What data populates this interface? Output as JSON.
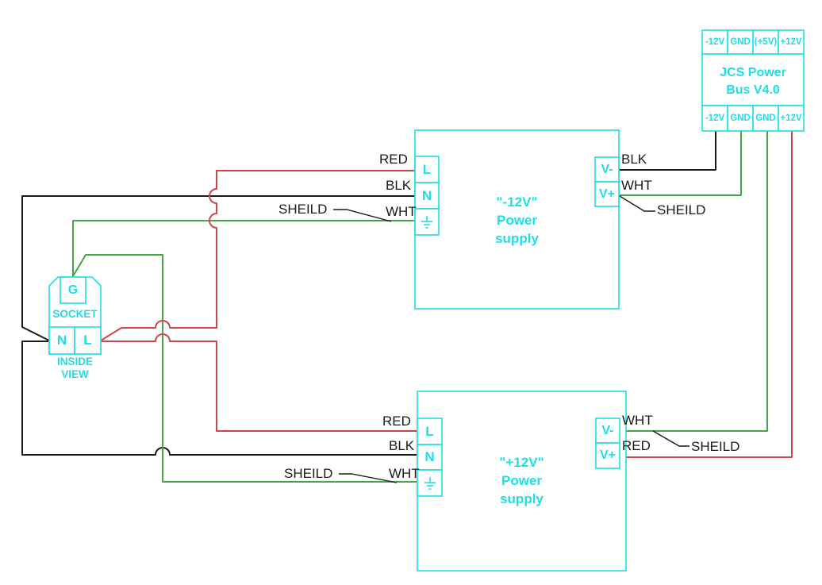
{
  "colors": {
    "cyan": "#1EDEE6",
    "red": "#CC4747",
    "green": "#45A545",
    "black": "#1A1A1A",
    "background": "#FFFFFF"
  },
  "power_bus": {
    "title_line1": "JCS Power",
    "title_line2": "Bus V4.0",
    "top_terminals": [
      "-12V",
      "GND",
      "(+5V)",
      "+12V"
    ],
    "bottom_terminals": [
      "-12V",
      "GND",
      "GND",
      "+12V"
    ]
  },
  "supply_neg12": {
    "title_line1": "\"-12V\"",
    "title_line2": "Power",
    "title_line3": "supply",
    "terminal_l": "L",
    "terminal_n": "N",
    "terminal_vminus": "V-",
    "terminal_vplus": "V+",
    "label_live": "RED",
    "label_neutral": "BLK",
    "label_ground": "WHT",
    "label_shield": "SHEILD",
    "label_vminus": "BLK",
    "label_vplus": "WHT",
    "label_shield_right": "SHEILD"
  },
  "supply_pos12": {
    "title_line1": "\"+12V\"",
    "title_line2": "Power",
    "title_line3": "supply",
    "terminal_l": "L",
    "terminal_n": "N",
    "terminal_vminus": "V-",
    "terminal_vplus": "V+",
    "label_live": "RED",
    "label_neutral": "BLK",
    "label_ground": "WHT",
    "label_shield": "SHEILD",
    "label_vminus": "WHT",
    "label_vplus": "RED",
    "label_shield_right": "SHEILD"
  },
  "socket": {
    "terminal_g": "G",
    "terminal_n": "N",
    "terminal_l": "L",
    "label": "SOCKET",
    "view_line1": "INSIDE",
    "view_line2": "VIEW"
  }
}
